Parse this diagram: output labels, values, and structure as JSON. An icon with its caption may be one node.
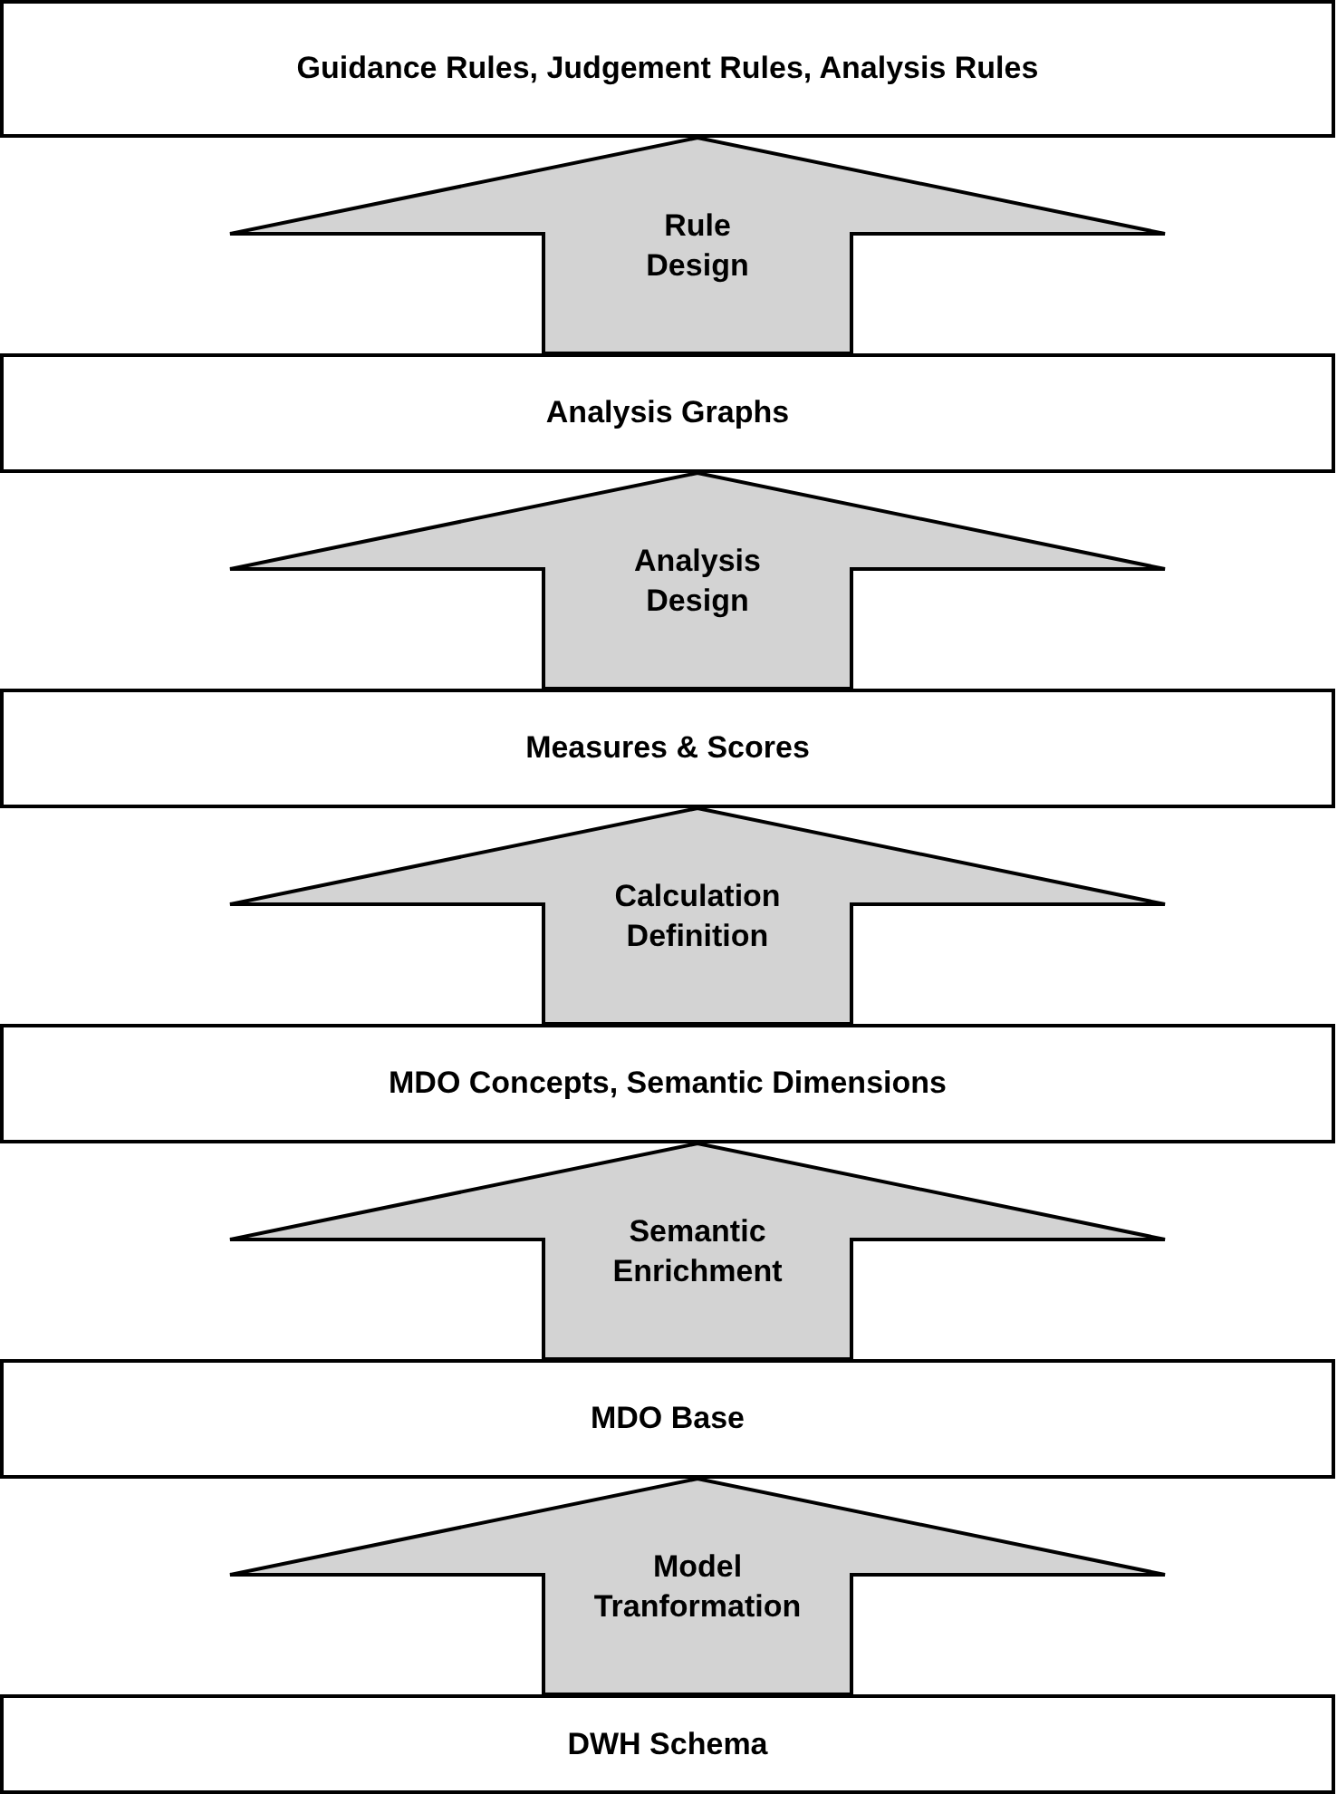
{
  "diagram": {
    "nodes": [
      {
        "text": [
          "Guidance Rules, Judgement Rules, Analysis Rules"
        ]
      },
      {
        "text": [
          "Analysis Graphs"
        ]
      },
      {
        "text": [
          "Measures & Scores"
        ]
      },
      {
        "text": [
          "MDO Concepts, Semantic Dimensions"
        ]
      },
      {
        "text": [
          "MDO Base"
        ]
      },
      {
        "text": [
          "DWH Schema"
        ]
      }
    ],
    "edges": [
      {
        "from": 1,
        "to": 0,
        "arrow": "to",
        "label": "Rule Design",
        "style": "thick"
      },
      {
        "from": 2,
        "to": 1,
        "arrow": "to",
        "label": "Analysis Design",
        "style": "thick"
      },
      {
        "from": 3,
        "to": 2,
        "arrow": "to",
        "label": "Calculation Definition",
        "style": "thick"
      },
      {
        "from": 4,
        "to": 3,
        "arrow": "to",
        "label": "Semantic Enrichment",
        "style": "thick"
      },
      {
        "from": 5,
        "to": 4,
        "arrow": "to",
        "label": "Model Tranformation",
        "style": "thick"
      }
    ]
  }
}
